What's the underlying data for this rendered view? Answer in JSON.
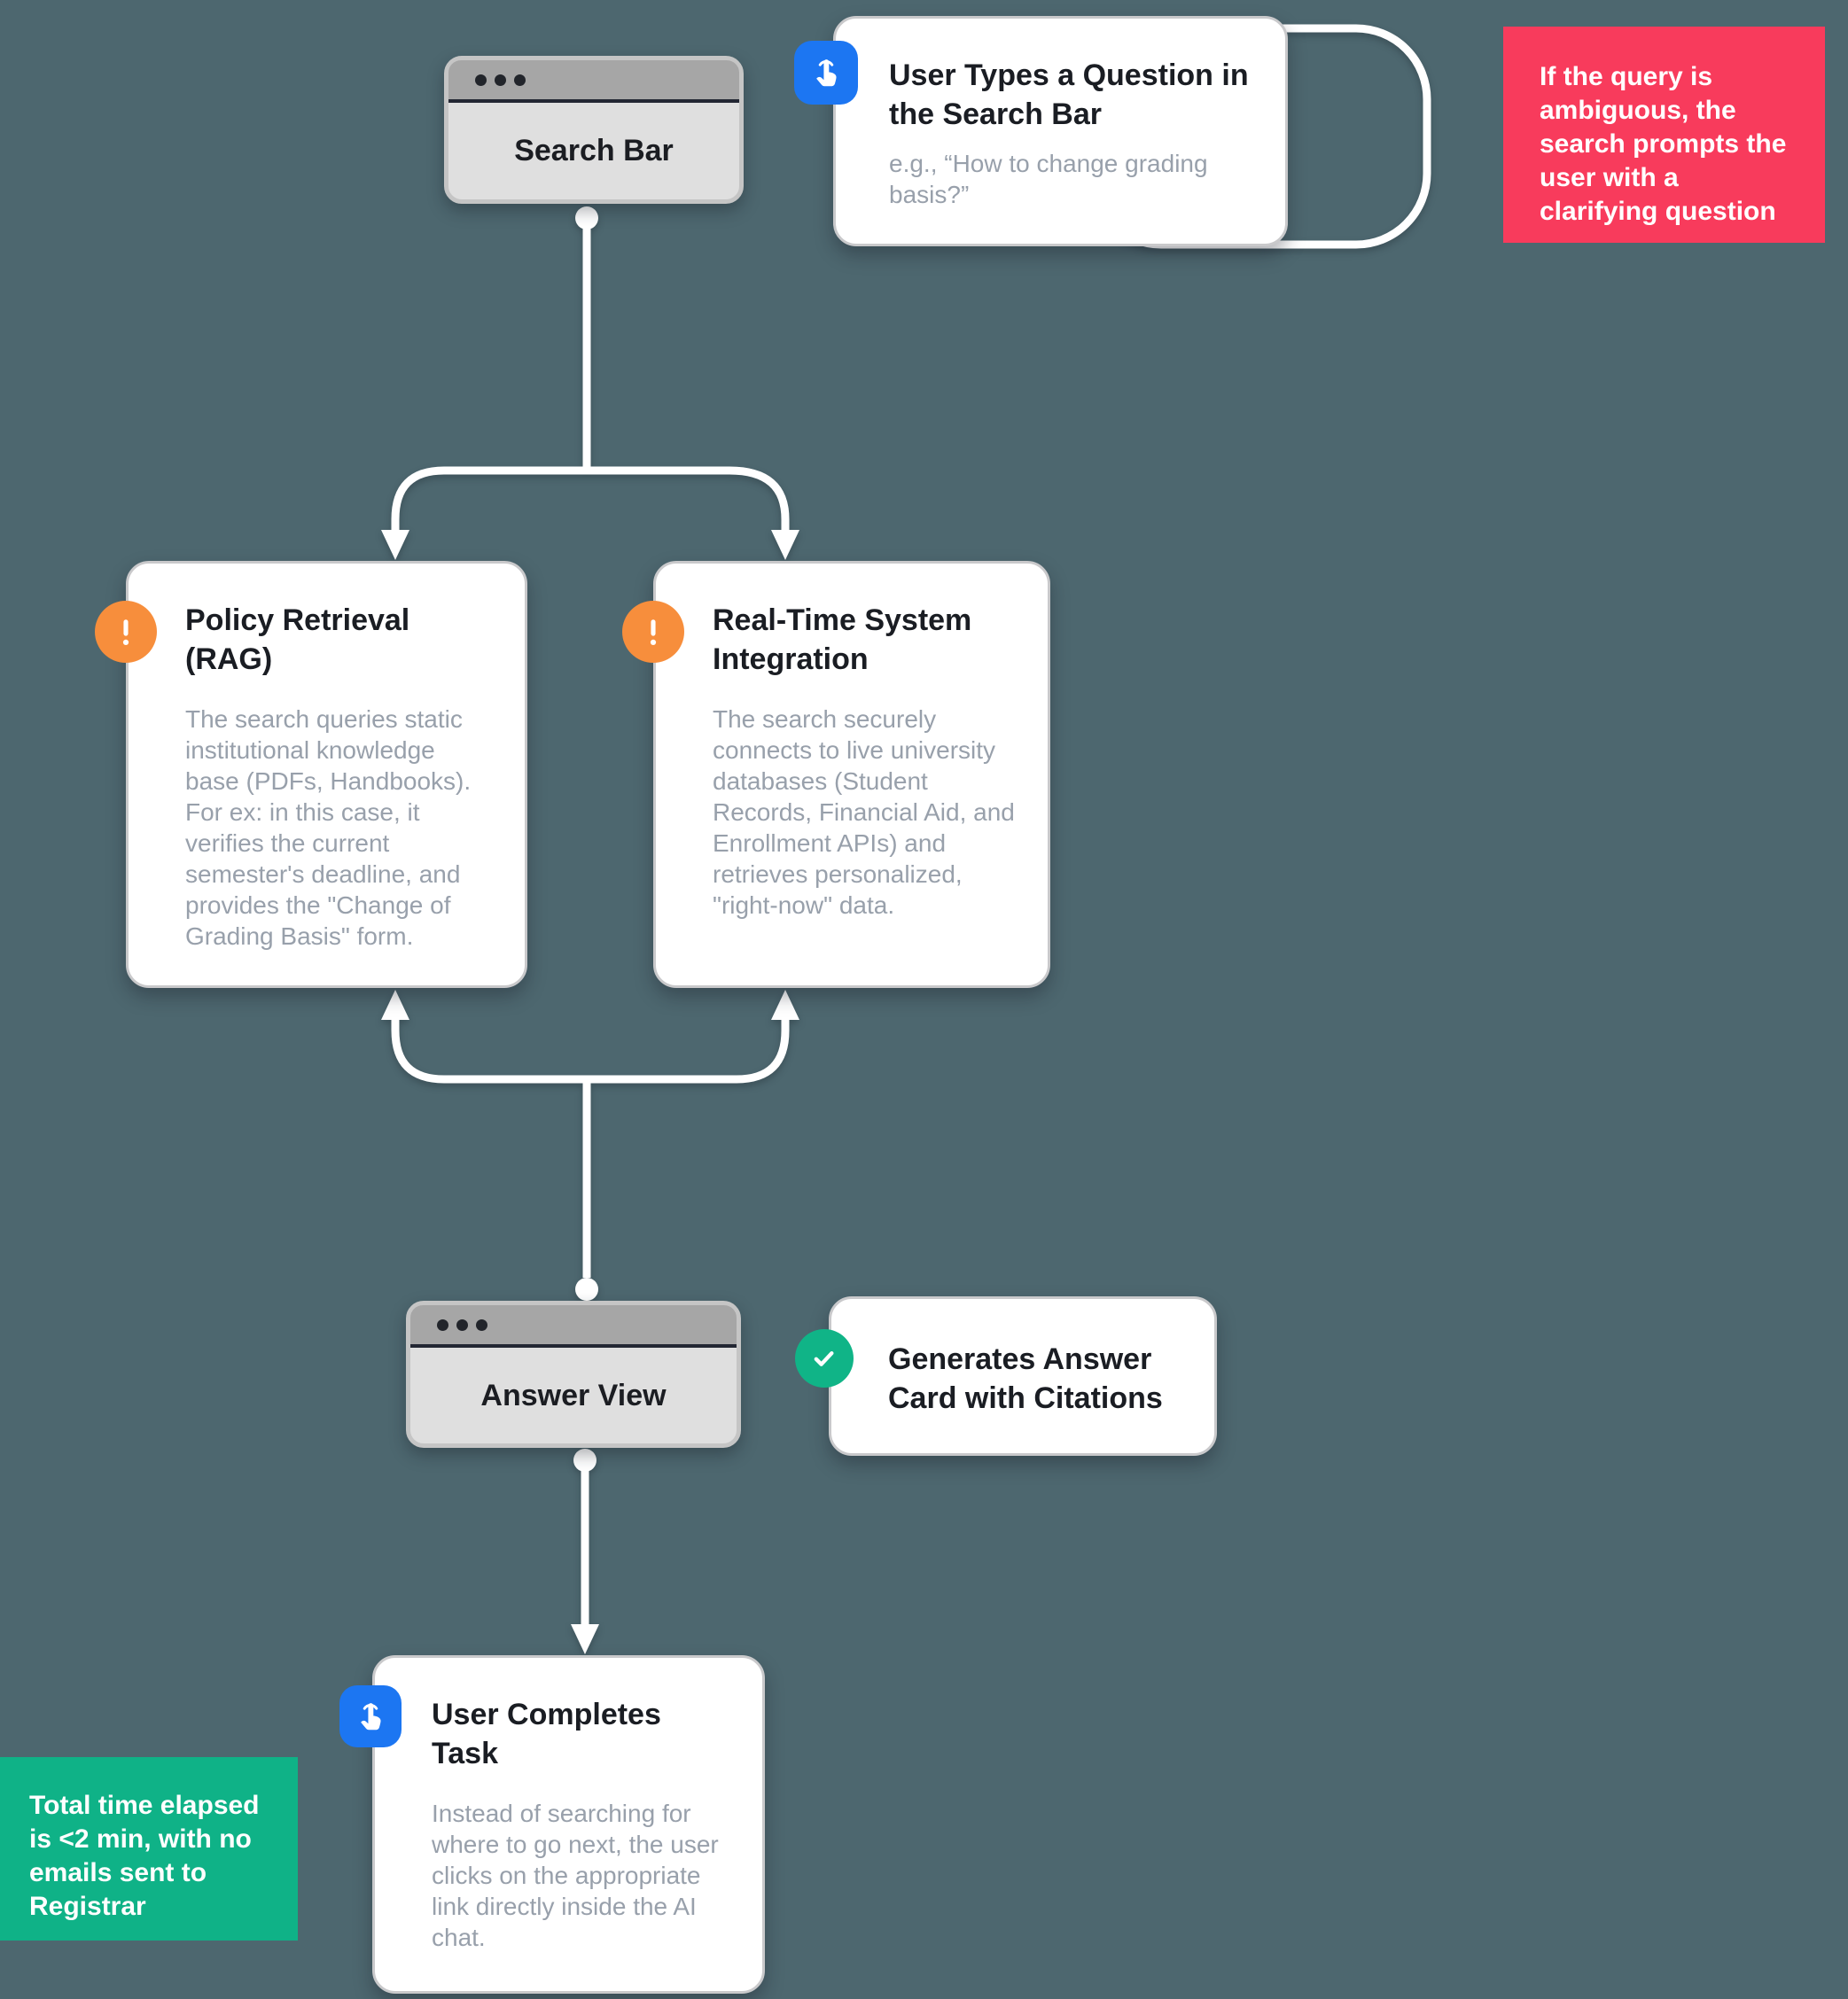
{
  "diagram": {
    "nodes": {
      "search_bar": {
        "label": "Search Bar"
      },
      "user_types": {
        "title": "User Types a Question in the Search Bar",
        "subtitle": "e.g., “How to change grading basis?”"
      },
      "clarify_note": {
        "text": "If the query is ambiguous, the search prompts the user with a clarifying question"
      },
      "policy_retrieval": {
        "title": "Policy Retrieval (RAG)",
        "body": "The search queries static institutional knowledge base (PDFs, Handbooks). For ex: in this case, it verifies the current semester's deadline, and provides the \"Change of Grading Basis\" form."
      },
      "realtime_integration": {
        "title": "Real-Time System Integration",
        "body": "The search securely connects to live university databases (Student Records, Financial Aid, and Enrollment APIs) and retrieves personalized, \"right-now\" data."
      },
      "answer_view": {
        "label": "Answer View"
      },
      "generates_answer": {
        "title": "Generates Answer Card with Citations"
      },
      "user_completes": {
        "title": "User Completes Task",
        "body": "Instead of searching for where to go next, the user clicks on the appropriate link directly inside the AI chat."
      },
      "total_time_note": {
        "text": "Total time elapsed is <2 min, with no emails sent to Registrar"
      }
    },
    "icons": {
      "tap": "tap-icon",
      "alert": "exclamation-icon",
      "check": "checkmark-icon"
    },
    "colors": {
      "background": "#4d676f",
      "note_pink": "#f83b5c",
      "note_green": "#0fb287",
      "badge_orange": "#f78e3c",
      "badge_blue": "#1c76f2",
      "badge_green": "#10b487",
      "window_titlebar": "#a6a6a6",
      "window_body": "#dfdfdf",
      "connector": "#ffffff",
      "title_text": "#1a1d23",
      "body_text": "#98a0ab"
    }
  }
}
